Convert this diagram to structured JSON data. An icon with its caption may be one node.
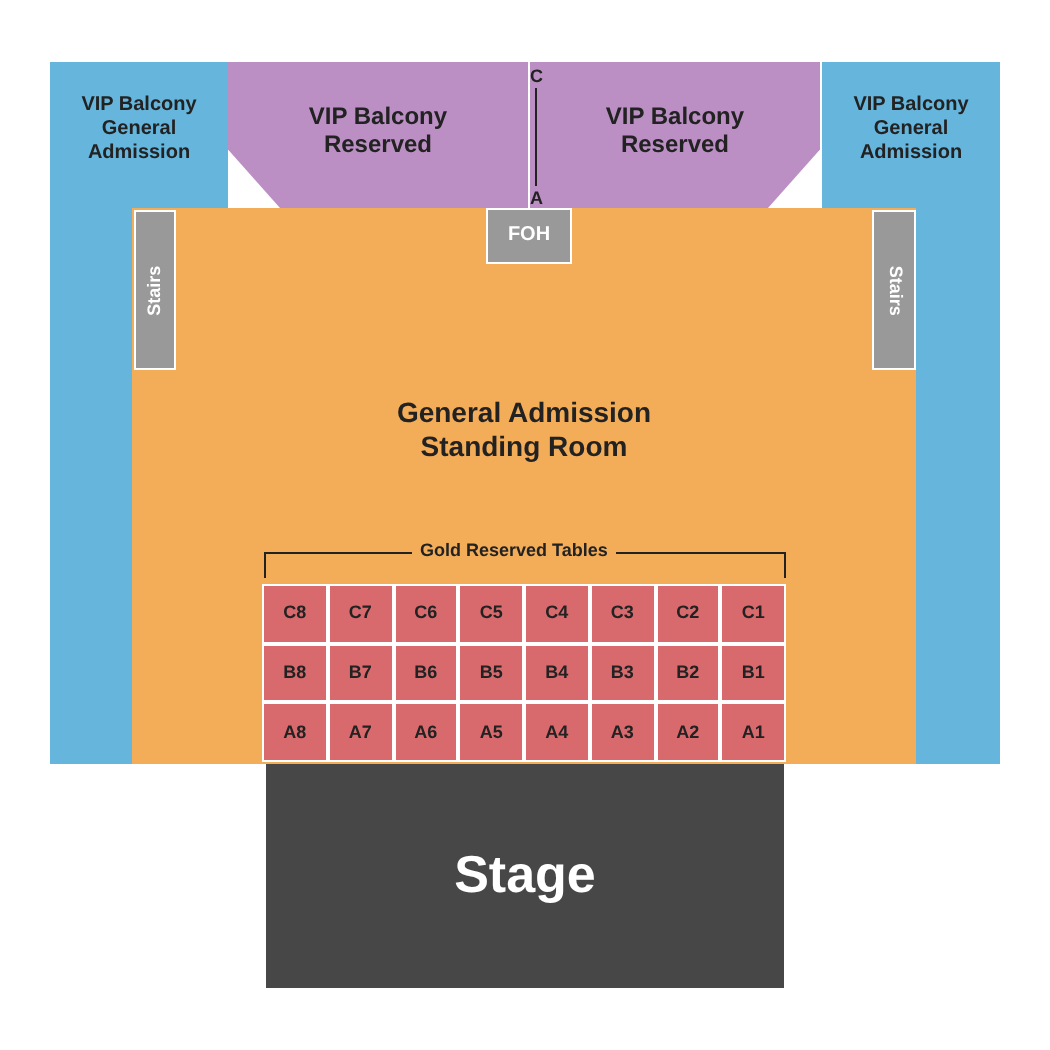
{
  "diagram": {
    "nodes": [
      {
        "text": [
          "VIP Balcony General Admission"
        ]
      },
      {
        "text": [
          "VIP Balcony Reserved"
        ]
      },
      {
        "text": [
          "VIP Balcony Reserved"
        ]
      },
      {
        "text": [
          "VIP Balcony General Admission"
        ]
      },
      {
        "text": [
          "General Admission Standing Room"
        ]
      },
      {
        "text": [
          "FOH"
        ],
        "in": 4
      },
      {
        "text": [
          "Stairs"
        ],
        "in": 4
      },
      {
        "text": [
          "Stairs"
        ],
        "in": 4
      },
      {
        "text": [
          "C8"
        ],
        "in": 4
      },
      {
        "text": [
          "C7"
        ],
        "in": 4
      },
      {
        "text": [
          "C6"
        ],
        "in": 4
      },
      {
        "text": [
          "C5"
        ],
        "in": 4
      },
      {
        "text": [
          "C4"
        ],
        "in": 4
      },
      {
        "text": [
          "C3"
        ],
        "in": 4
      },
      {
        "text": [
          "C2"
        ],
        "in": 4
      },
      {
        "text": [
          "C1"
        ],
        "in": 4
      },
      {
        "text": [
          "B8"
        ],
        "in": 4
      },
      {
        "text": [
          "B7"
        ],
        "in": 4
      },
      {
        "text": [
          "B6"
        ],
        "in": 4
      },
      {
        "text": [
          "B5"
        ],
        "in": 4
      },
      {
        "text": [
          "B4"
        ],
        "in": 4
      },
      {
        "text": [
          "B3"
        ],
        "in": 4
      },
      {
        "text": [
          "B2"
        ],
        "in": 4
      },
      {
        "text": [
          "B1"
        ],
        "in": 4
      },
      {
        "text": [
          "A8"
        ],
        "in": 4
      },
      {
        "text": [
          "A7"
        ],
        "in": 4
      },
      {
        "text": [
          "A6"
        ],
        "in": 4
      },
      {
        "text": [
          "A5"
        ],
        "in": 4
      },
      {
        "text": [
          "A4"
        ],
        "in": 4
      },
      {
        "text": [
          "A3"
        ],
        "in": 4
      },
      {
        "text": [
          "A2"
        ],
        "in": 4
      },
      {
        "text": [
          "A1"
        ],
        "in": 4
      },
      {
        "text": [
          "Stage"
        ]
      }
    ],
    "labels": [
      "C",
      "A",
      "Gold Reserved Tables"
    ]
  }
}
